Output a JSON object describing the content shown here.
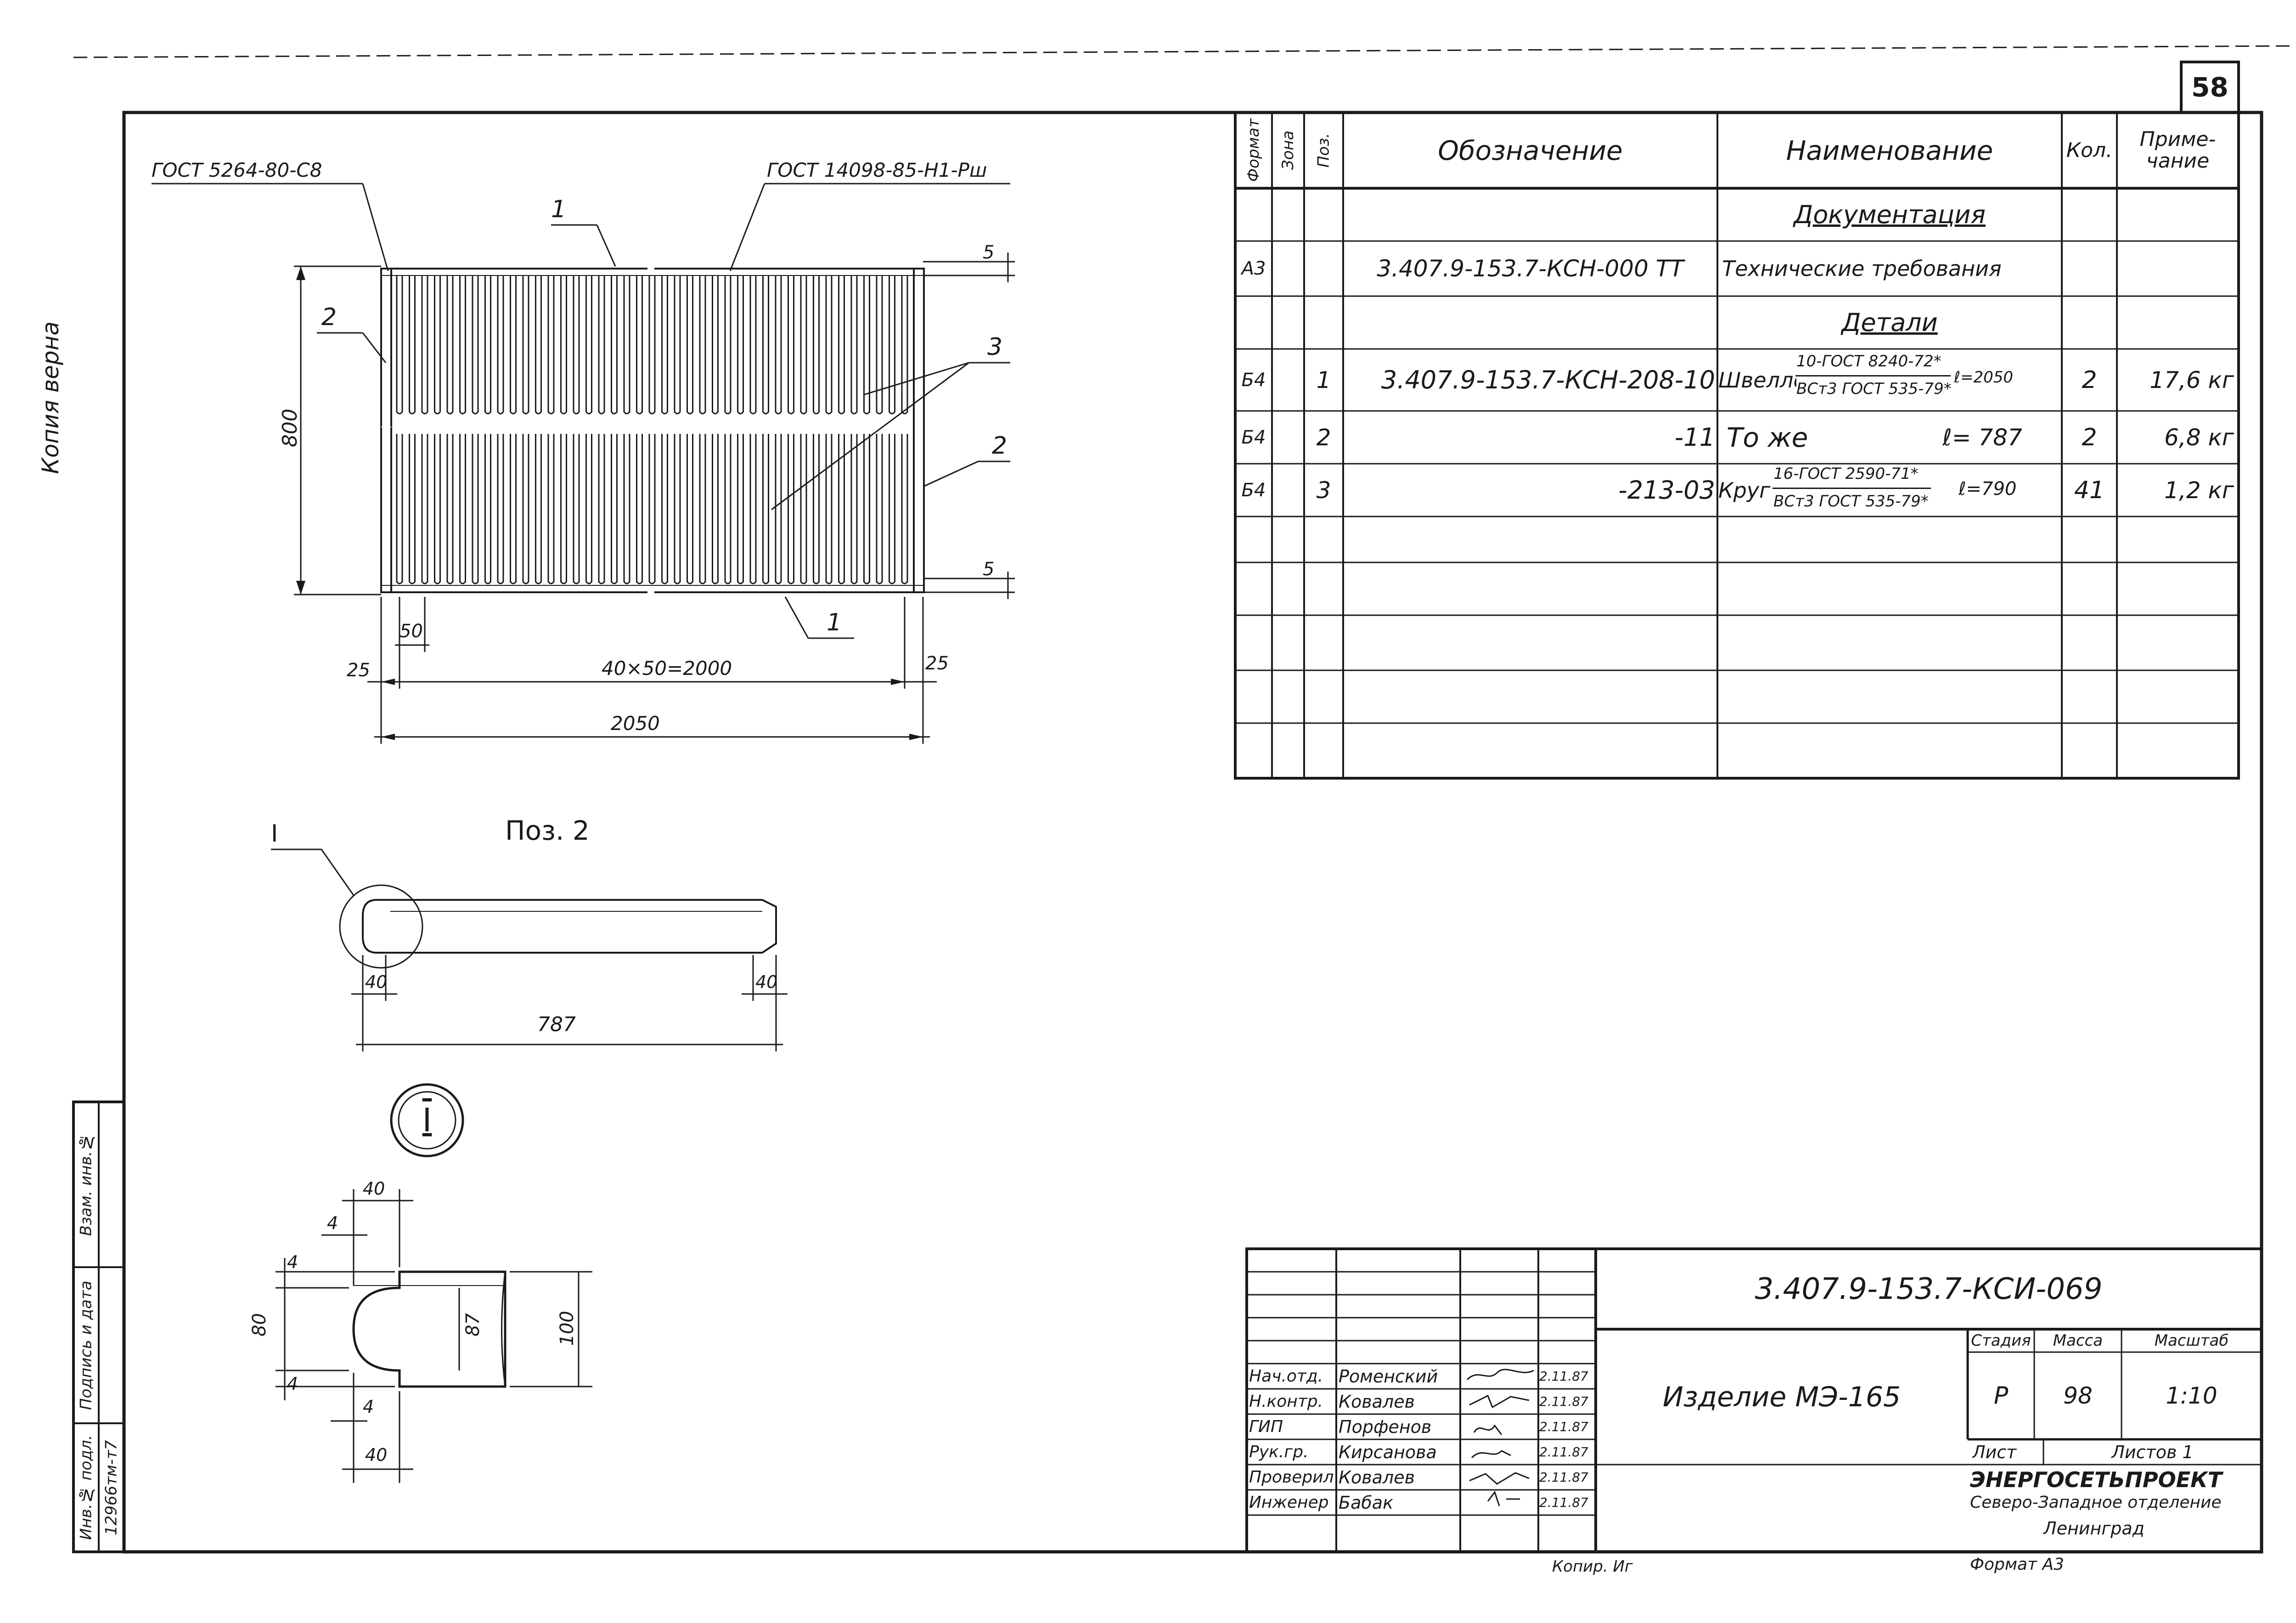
{
  "sheet_number": "58",
  "stamp_left": {
    "line1": "Копия верна"
  },
  "side_box": {
    "labels": [
      "Инв.№ подл.",
      "Подпись и дата",
      "Взам. инв.№"
    ],
    "inv_value": "12966тм-т7"
  },
  "drawing": {
    "gost_left": "ГОСТ 5264-80-С8",
    "gost_right": "ГОСТ 14098-85-Н1-Рш",
    "dims": {
      "height": "800",
      "top_gap": "5",
      "bottom_gap": "5",
      "pitch": "50",
      "edge_left": "25",
      "edge_right": "25",
      "span": "40×50=2000",
      "total": "2050"
    },
    "callouts": {
      "p1_top": "1",
      "p2_left": "2",
      "p3": "3",
      "p2_right": "2",
      "p1_bottom": "1"
    }
  },
  "pos2": {
    "title": "Поз. 2",
    "detail_mark": "I",
    "dim_left": "40",
    "dim_right": "40",
    "length": "787"
  },
  "detail_I": {
    "mark": "I",
    "dims": {
      "top40": "40",
      "top4": "4",
      "left4a": "4",
      "left80": "80",
      "left4b": "4",
      "mid87": "87",
      "right100": "100",
      "bot4": "4",
      "bot40": "40"
    }
  },
  "spec_table": {
    "headers": {
      "format": "Формат",
      "zone": "Зона",
      "pos": "Поз.",
      "designation": "Обозначение",
      "name": "Наименование",
      "qty": "Кол.",
      "note": "Приме-\nчание"
    },
    "section_docs": "Документация",
    "section_parts": "Детали",
    "rows": [
      {
        "format": "А3",
        "pos": "",
        "designation": "3.407.9-153.7-КСН-000 ТТ",
        "name": "Технические требования",
        "qty": "",
        "note": ""
      },
      {
        "format": "Б4",
        "pos": "1",
        "designation": "3.407.9-153.7-КСН-208-10",
        "name_main": "Швеллер",
        "name_top": "10-ГОСТ 8240-72*",
        "name_bottom": "ВСт3 ГОСТ 535-79*",
        "name_len": "ℓ=2050",
        "qty": "2",
        "note": "17,6 кг"
      },
      {
        "format": "Б4",
        "pos": "2",
        "designation": "-11",
        "name_main": "То же",
        "name_len": "ℓ= 787",
        "qty": "2",
        "note": "6,8 кг"
      },
      {
        "format": "Б4",
        "pos": "3",
        "designation": "-213-03",
        "name_main": "Круг",
        "name_top": "16-ГОСТ 2590-71*",
        "name_bottom": "ВСт3 ГОСТ 535-79*",
        "name_len": "ℓ=790",
        "qty": "41",
        "note": "1,2 кг"
      }
    ]
  },
  "title_block": {
    "doc_code": "3.407.9-153.7-КСИ-069",
    "product": "Изделие МЭ-165",
    "stage_label": "Стадия",
    "mass_label": "Масса",
    "scale_label": "Масштаб",
    "stage": "Р",
    "mass": "98",
    "scale": "1:10",
    "sheet_label": "Лист",
    "sheets_label": "Листов 1",
    "org1": "ЭНЕРГОСЕТЬПРОЕКТ",
    "org2": "Северо-Западное отделение",
    "org3": "Ленинград",
    "people": [
      {
        "role": "Нач.отд.",
        "name": "Роменский",
        "date": "2.11.87"
      },
      {
        "role": "Н.контр.",
        "name": "Ковалев",
        "date": "2.11.87"
      },
      {
        "role": "ГИП",
        "name": "Порфенов",
        "date": "2.11.87"
      },
      {
        "role": "Рук.гр.",
        "name": "Кирсанова",
        "date": "2.11.87"
      },
      {
        "role": "Проверил",
        "name": "Ковалев",
        "date": "2.11.87"
      },
      {
        "role": "Инженер",
        "name": "Бабак",
        "date": "2.11.87"
      }
    ]
  },
  "footer": {
    "copied": "Копир. Иг",
    "format": "Формат А3"
  }
}
